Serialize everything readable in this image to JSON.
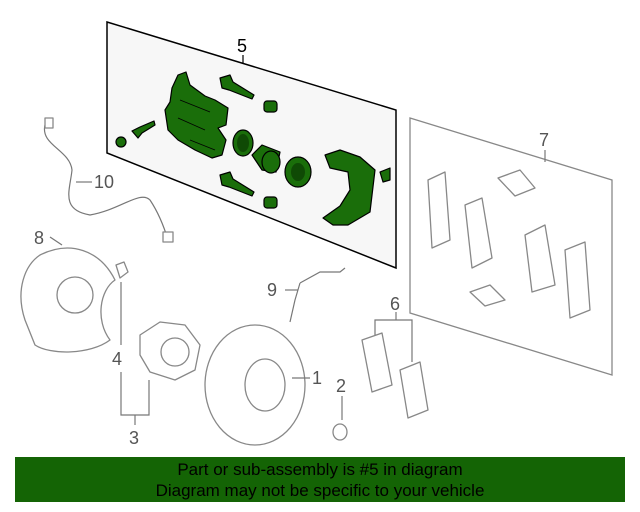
{
  "diagram": {
    "callouts": [
      "1",
      "2",
      "3",
      "4",
      "5",
      "6",
      "7",
      "8",
      "9",
      "10"
    ],
    "highlight_color": "#1a6e0a"
  },
  "banner": {
    "line1": "Part or sub-assembly is #5 in diagram",
    "line2": "Diagram may not be specific to your vehicle",
    "background": "#146405"
  }
}
